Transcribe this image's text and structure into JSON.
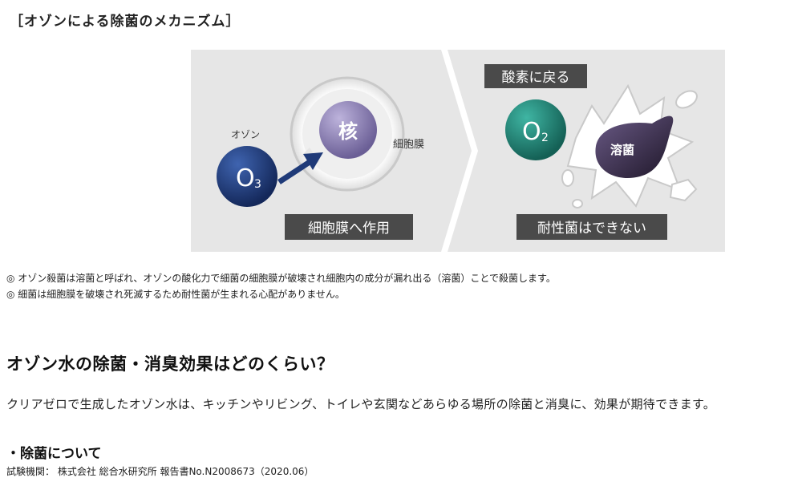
{
  "section_title": "［オゾンによる除菌のメカニズム］",
  "figure": {
    "left_panel": {
      "ozone_label": "オゾン",
      "ozone_formula": "O",
      "ozone_subscript": "3",
      "nucleus_label": "核",
      "membrane_label": "細胞膜",
      "caption": "細胞膜へ作用"
    },
    "right_panel": {
      "top_badge": "酸素に戻る",
      "oxygen_formula": "O",
      "oxygen_subscript": "2",
      "lysis_label": "溶菌",
      "caption": "耐性菌はできない"
    },
    "colors": {
      "panel_bg": "#e6e6e6",
      "ozone": "#1f3a78",
      "oxygen": "#1f8a7a",
      "nucleus": "#8a7fb0",
      "lysis": "#3a2f4a",
      "caption_bg": "#4a4a4a"
    }
  },
  "notes": [
    "◎ オゾン殺菌は溶菌と呼ばれ、オゾンの酸化力で細菌の細胞膜が破壊され細胞内の成分が漏れ出る（溶菌）ことで殺菌します。",
    "◎ 細菌は細胞膜を破壊され死滅するため耐性菌が生まれる心配がありません。"
  ],
  "heading": "オゾン水の除菌・消臭効果はどのくらい？",
  "lead": "クリアゼロで生成したオゾン水は、キッチンやリビング、トイレや玄関などあらゆる場所の除菌と消臭に、効果が期待できます。",
  "subheading": "・除菌について",
  "source": "試験機関： 株式会社 総合水研究所 報告書No.N2008673（2020.06）"
}
